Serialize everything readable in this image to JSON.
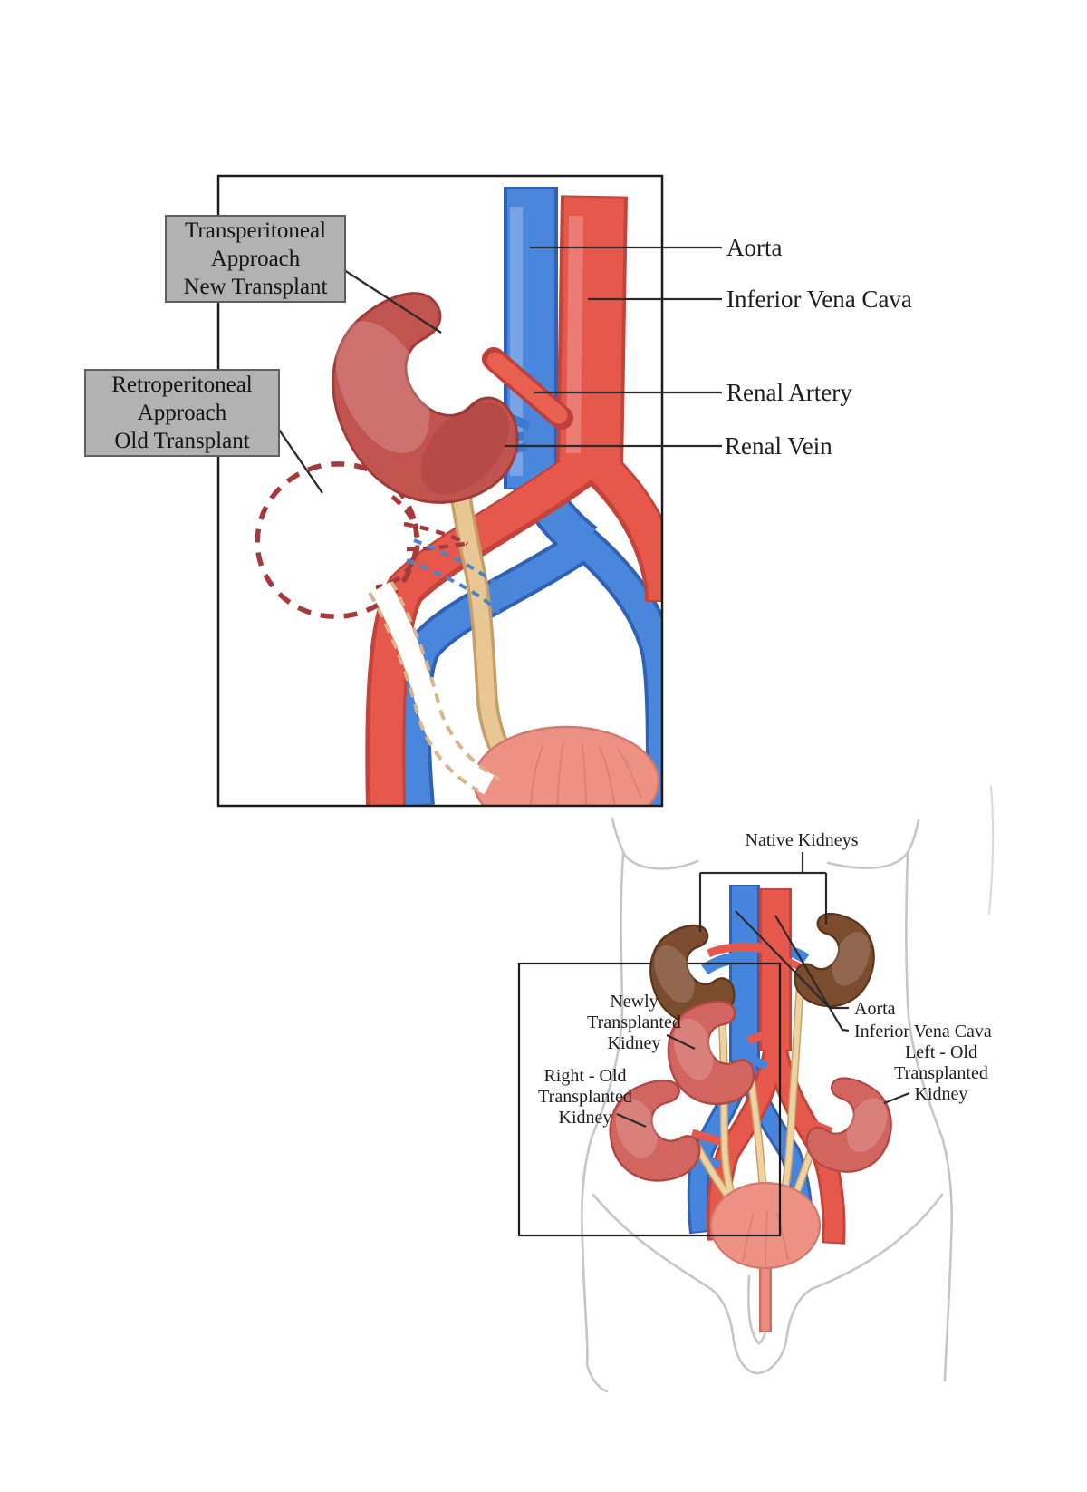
{
  "figure_top": {
    "callout_boxes": [
      {
        "lines": [
          "Transperitoneal",
          "Approach",
          "New Transplant"
        ]
      },
      {
        "lines": [
          "Retroperitoneal",
          "Approach",
          "Old Transplant"
        ]
      }
    ],
    "labels": {
      "aorta": "Aorta",
      "inferior_vena_cava": "Inferior Vena Cava",
      "renal_artery": "Renal Artery",
      "renal_vein": "Renal Vein"
    }
  },
  "figure_bottom": {
    "labels": {
      "native_kidneys": "Native Kidneys",
      "newly_transplanted_kidney": {
        "lines": [
          "Newly",
          "Transplanted",
          "Kidney"
        ]
      },
      "right_old_transplanted_kidney": {
        "lines": [
          "Right - Old",
          "Transplanted",
          "Kidney"
        ]
      },
      "aorta": "Aorta",
      "inferior_vena_cava": "Inferior Vena Cava",
      "left_old_transplanted_kidney": {
        "lines": [
          "Left - Old",
          "Transplanted",
          "Kidney"
        ]
      }
    }
  },
  "colors": {
    "artery_red": "#e6584c",
    "vein_blue": "#4b86dd",
    "kidney_red": "#c25450",
    "kidney_brown": "#7c4c2e",
    "transplant_pink": "#d2655f",
    "ureter_tan": "#e9c795",
    "bladder_pink": "#ec9184",
    "dashed_outline_red": "#a53a3d",
    "callout_gray": "#b2b2b2",
    "leader_line": "#2b2b2b",
    "body_outline_gray": "#c6c6ca"
  }
}
